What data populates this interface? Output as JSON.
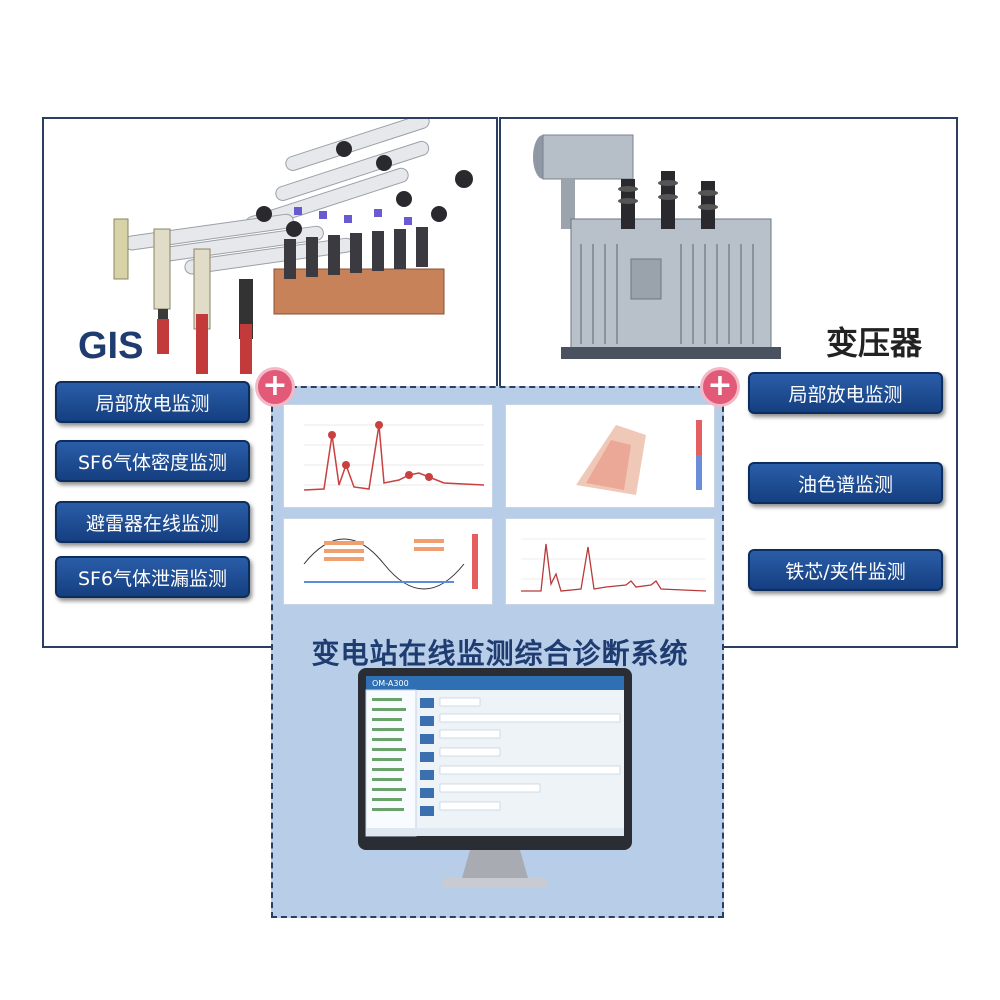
{
  "gis": {
    "title": "GIS",
    "buttons": [
      "局部放电监测",
      "SF6气体密度监测",
      "避雷器在线监测",
      "SF6气体泄漏监测"
    ]
  },
  "transformer": {
    "title": "变压器",
    "buttons": [
      "局部放电监测",
      "油色谱监测",
      "铁芯/夹件监测"
    ]
  },
  "plus_symbol": "+",
  "system": {
    "title": "变电站在线监测综合诊断系统",
    "monitor_app_title": "OM-A300"
  },
  "colors": {
    "button_blue": "#1f4f96",
    "panel_border": "#2b3f63",
    "center_bg": "#b7cde8",
    "accent_red": "#c94040",
    "plus_pink": "#e25a78"
  }
}
